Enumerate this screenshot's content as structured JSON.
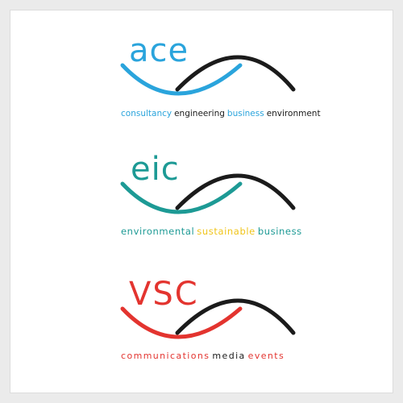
{
  "colors": {
    "ace": "#2aa4dc",
    "eic": "#1d9a95",
    "vsc": "#e3342f",
    "eic_accent": "#f0c419",
    "dark": "#1b1b1b"
  },
  "logos": [
    {
      "word": "ace",
      "tagline": [
        "consultancy",
        "engineering",
        "business",
        "environment"
      ]
    },
    {
      "word": "eic",
      "tagline": [
        "environmental",
        "sustainable",
        "business"
      ]
    },
    {
      "word": "vsc",
      "tagline": [
        "communications",
        "media",
        "events"
      ]
    }
  ]
}
